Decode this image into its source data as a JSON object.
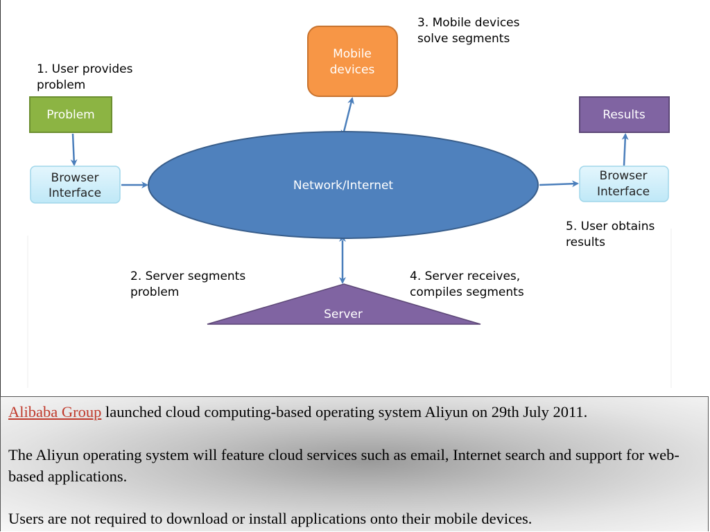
{
  "diagram": {
    "nodes": {
      "problem": "Problem",
      "browser_left": [
        "Browser",
        "Interface"
      ],
      "mobile": [
        "Mobile",
        "devices"
      ],
      "network": "Network/Internet",
      "results": "Results",
      "browser_right": [
        "Browser",
        "Interface"
      ],
      "server": "Server"
    },
    "steps": {
      "step1": [
        "1. User provides",
        "problem"
      ],
      "step2": [
        "2. Server segments",
        "problem"
      ],
      "step3": [
        "3. Mobile devices",
        "solve segments"
      ],
      "step4": [
        "4. Server receives,",
        "compiles segments"
      ],
      "step5": [
        "5. User obtains",
        "results"
      ]
    },
    "colors": {
      "green": "#8cb443",
      "orange": "#f79646",
      "purple": "#8064a2",
      "blue": "#4f81bd",
      "light_blue": "#c6ecf9",
      "arrow": "#4a7ebb"
    }
  },
  "text_panel": {
    "link_text": "Alibaba Group",
    "line1_rest": " launched cloud computing-based operating system Aliyun on 29th July 2011.",
    "para2": "The Aliyun operating system will feature cloud services such as email, Internet search and support for web-based applications.",
    "para3": " Users are not required to download or install applications onto their mobile devices."
  }
}
